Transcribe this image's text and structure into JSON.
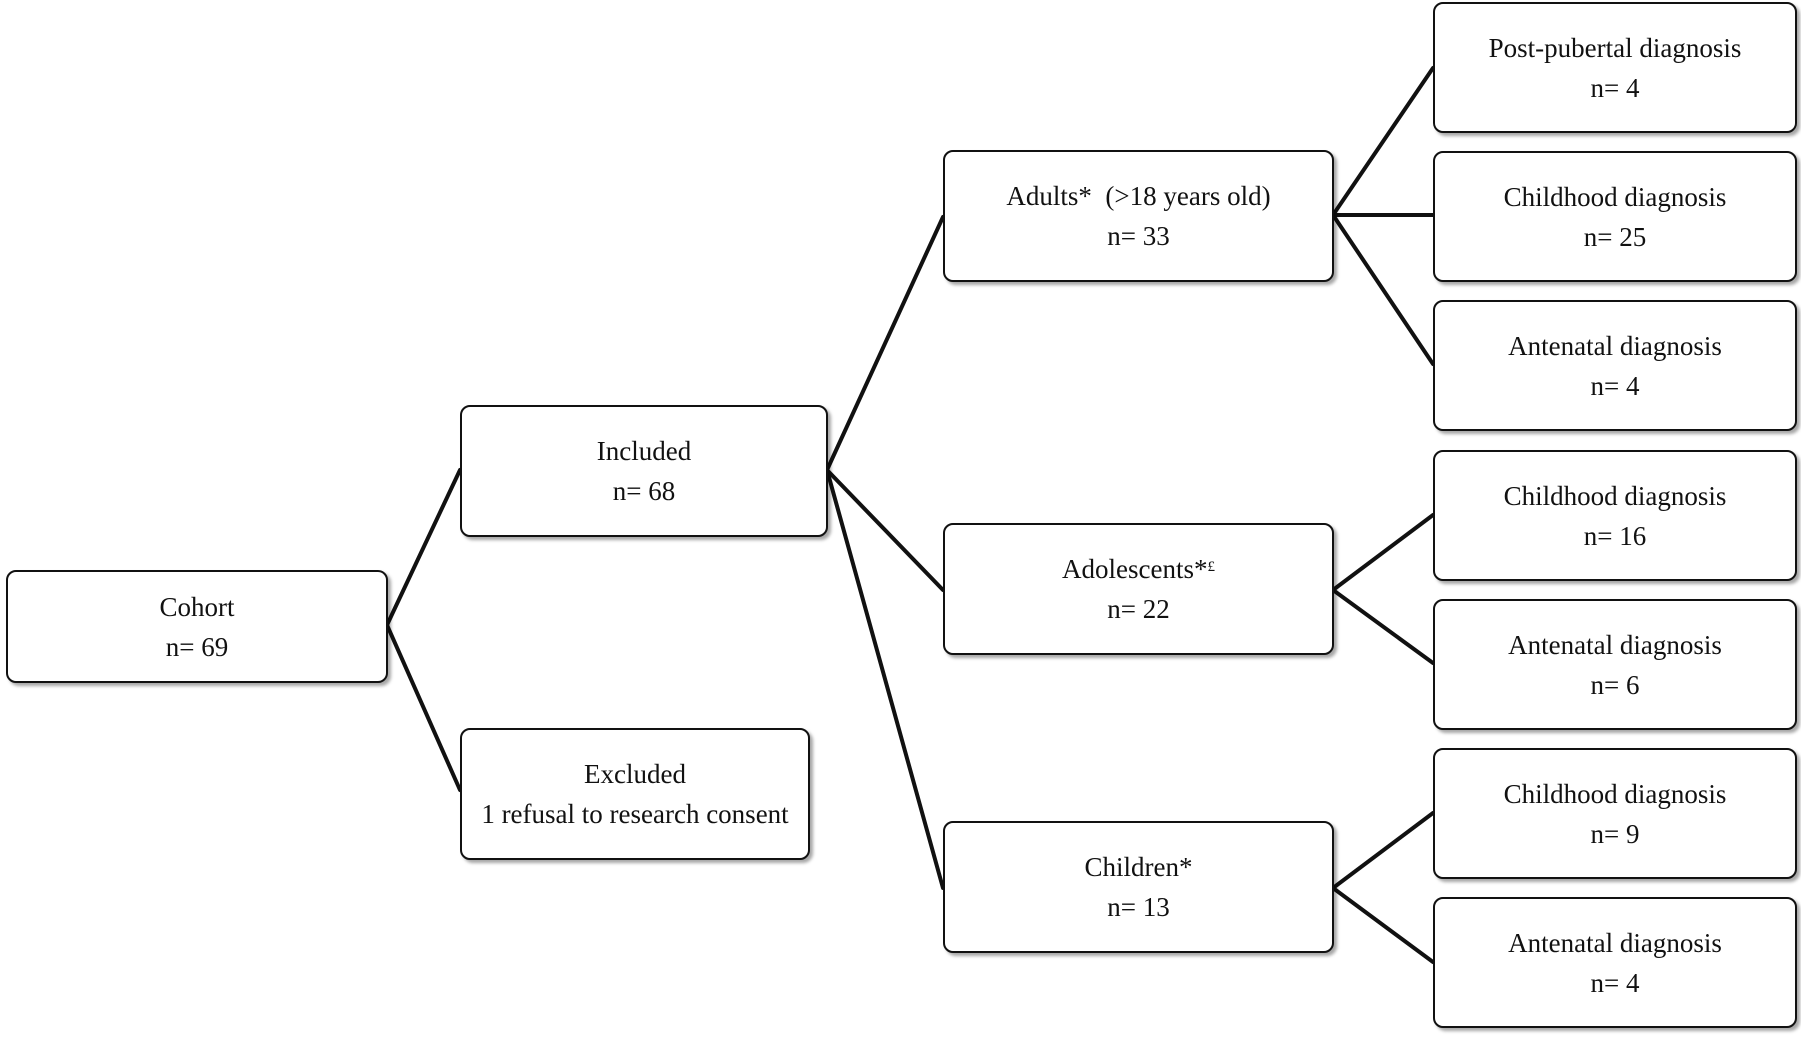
{
  "nodes": {
    "cohort": {
      "title": "Cohort",
      "count": "n= 69"
    },
    "included": {
      "title": "Included",
      "count": "n= 68"
    },
    "excluded": {
      "title": "Excluded",
      "detail": "1 refusal to research consent"
    },
    "adults": {
      "title": "Adults*  (>18 years old)",
      "count": "n= 33"
    },
    "adolescents": {
      "title": "Adolescents*",
      "title_sup": "£",
      "count": "n= 22"
    },
    "children": {
      "title": "Children*",
      "count": "n= 13"
    },
    "adults_postpubertal": {
      "title": "Post-pubertal diagnosis",
      "count": "n= 4"
    },
    "adults_childhood": {
      "title": "Childhood diagnosis",
      "count": "n= 25"
    },
    "adults_antenatal": {
      "title": "Antenatal diagnosis",
      "count": "n= 4"
    },
    "adolescents_childhood": {
      "title": "Childhood diagnosis",
      "count": "n= 16"
    },
    "adolescents_antenatal": {
      "title": "Antenatal diagnosis",
      "count": "n= 6"
    },
    "children_childhood": {
      "title": "Childhood diagnosis",
      "count": "n= 9"
    },
    "children_antenatal": {
      "title": "Antenatal diagnosis",
      "count": "n= 4"
    }
  }
}
